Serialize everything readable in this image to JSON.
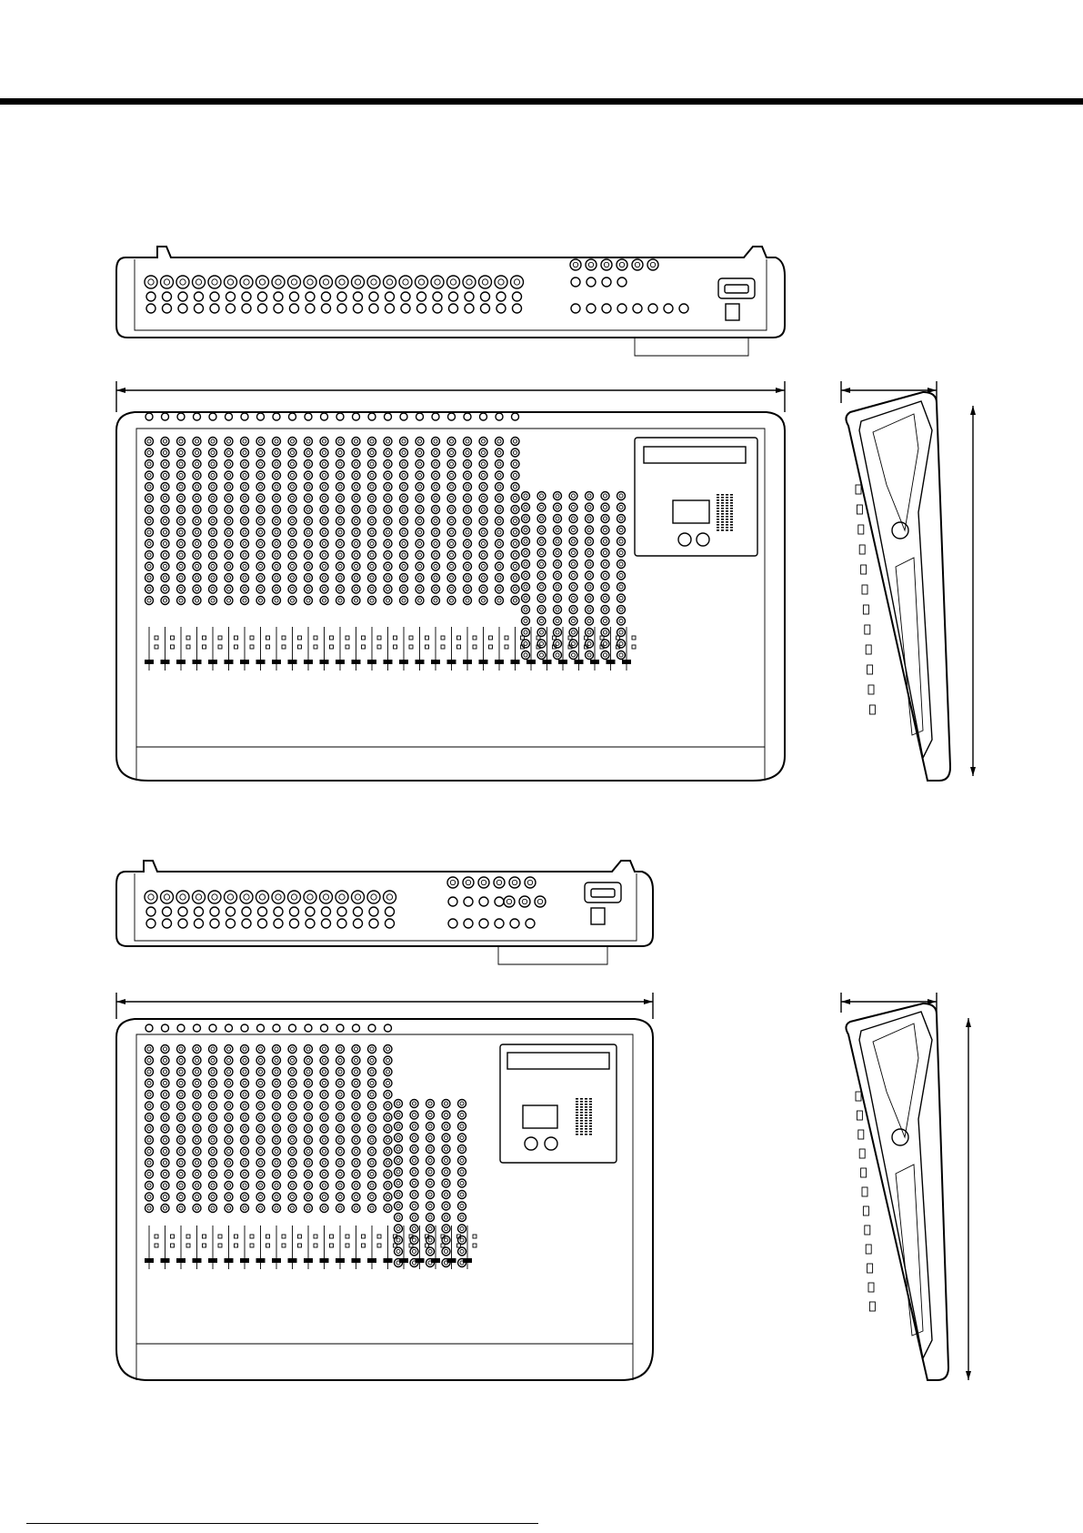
{
  "page": {
    "page_number": ""
  },
  "figures": [
    {
      "id": "mixer-24ch",
      "views": [
        "rear-panel",
        "top-panel",
        "side-profile"
      ]
    },
    {
      "id": "mixer-16ch",
      "views": [
        "rear-panel",
        "top-panel",
        "side-profile"
      ]
    }
  ],
  "icons": {
    "xlr": "xlr-connector-icon",
    "jack": "phone-jack-icon",
    "knob": "rotary-knob-icon",
    "fader": "fader-icon",
    "power": "power-inlet-icon",
    "grille": "speaker-grille-icon"
  }
}
